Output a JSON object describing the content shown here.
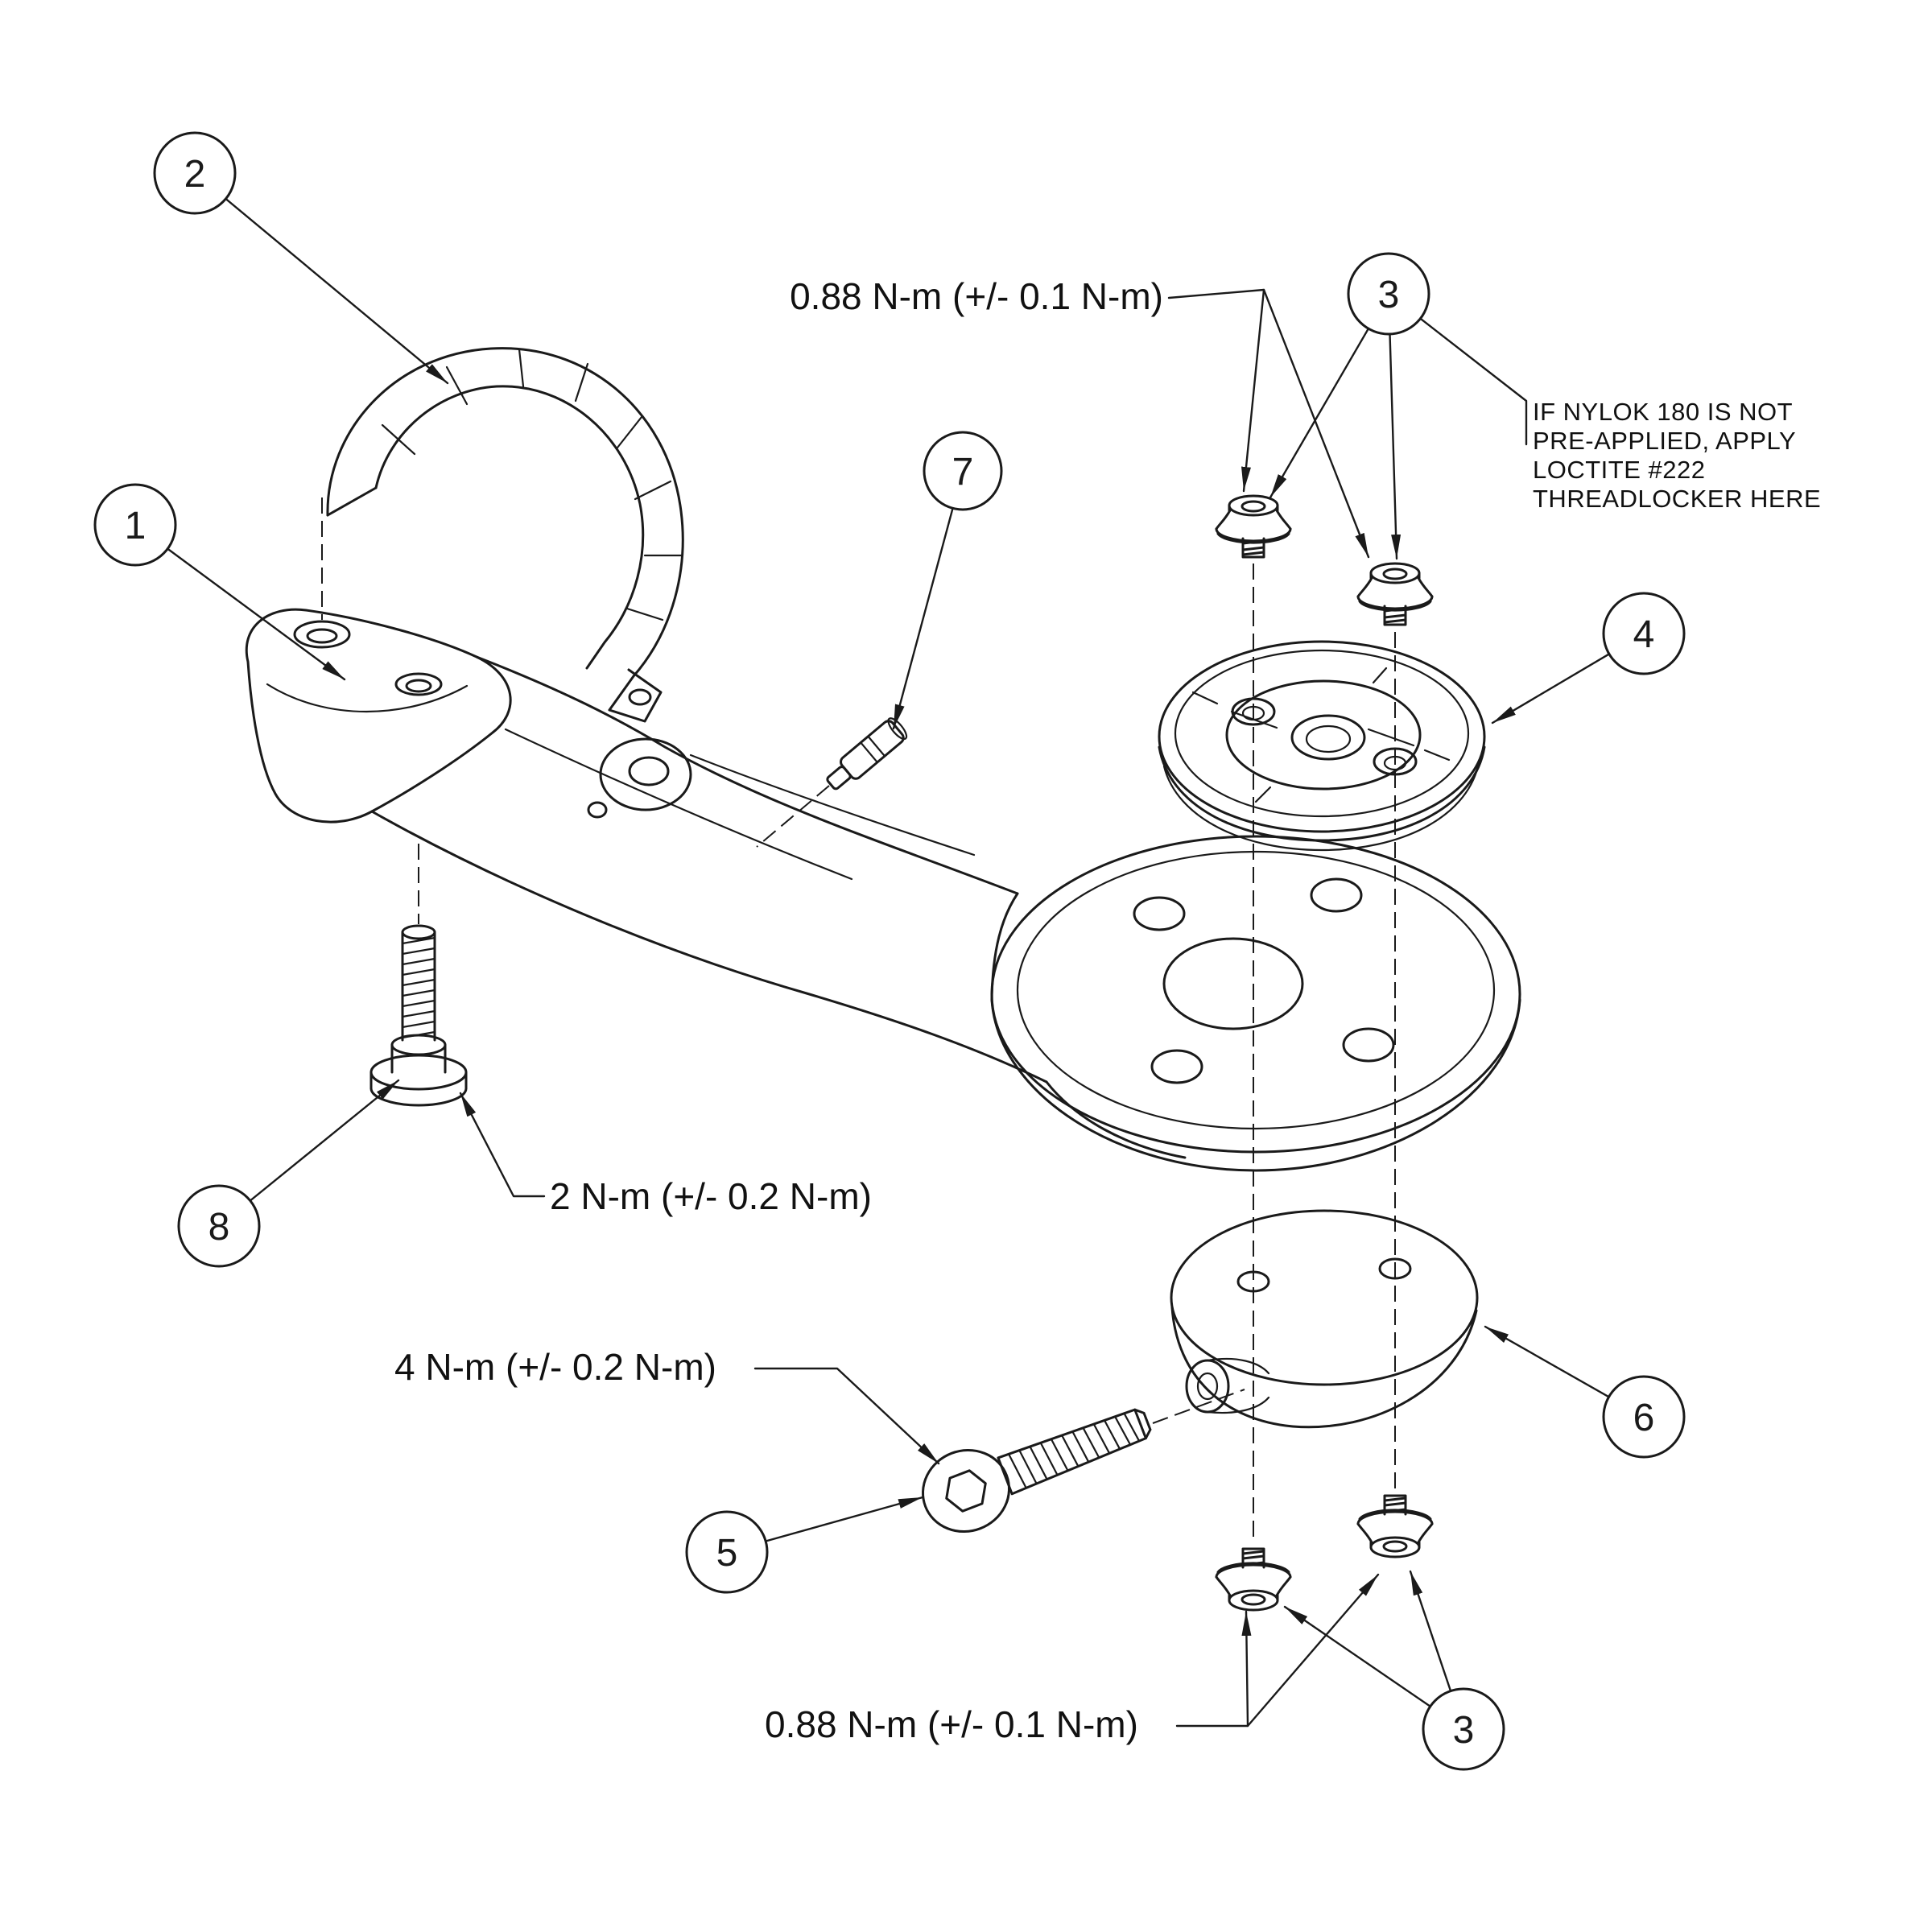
{
  "diagram": {
    "balloons": {
      "1": "1",
      "2": "2",
      "3": "3",
      "4": "4",
      "5": "5",
      "6": "6",
      "7": "7",
      "8": "8"
    },
    "annotations": {
      "torque_screws_top": "0.88 N-m (+/- 0.1 N-m)",
      "torque_clamp_screw": "2 N-m (+/- 0.2 N-m)",
      "torque_clamp_bolt": "4 N-m (+/- 0.2 N-m)",
      "torque_screws_bottom": "0.88 N-m (+/- 0.1 N-m)",
      "loctite_note": {
        "line1": "IF NYLOK 180 IS NOT",
        "line2": "PRE-APPLIED, APPLY",
        "line3": "LOCTITE #222",
        "line4": "THREADLOCKER HERE"
      }
    },
    "colors": {
      "line": "#1a1a1a",
      "background": "#ffffff"
    }
  }
}
